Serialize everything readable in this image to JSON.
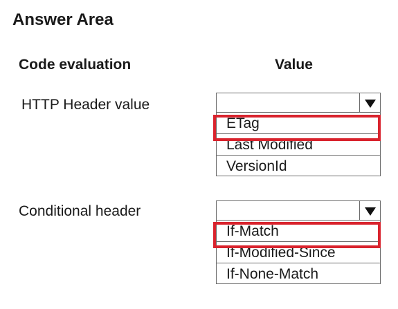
{
  "title": "Answer Area",
  "columns": {
    "code_evaluation": "Code evaluation",
    "value": "Value"
  },
  "rows": [
    {
      "label": "HTTP Header value",
      "selected": "",
      "options": [
        "ETag",
        "Last Modified",
        "VersionId"
      ],
      "highlighted_option": "ETag"
    },
    {
      "label": "Conditional header",
      "selected": "",
      "options": [
        "If-Match",
        "If-Modified-Since",
        "If-None-Match"
      ],
      "highlighted_option": "If-Match"
    }
  ],
  "icons": {
    "dropdown_arrow": "triangle-down-icon"
  },
  "colors": {
    "highlight": "#d9232d",
    "border": "#6b6b6b",
    "text": "#1a1a1a"
  }
}
